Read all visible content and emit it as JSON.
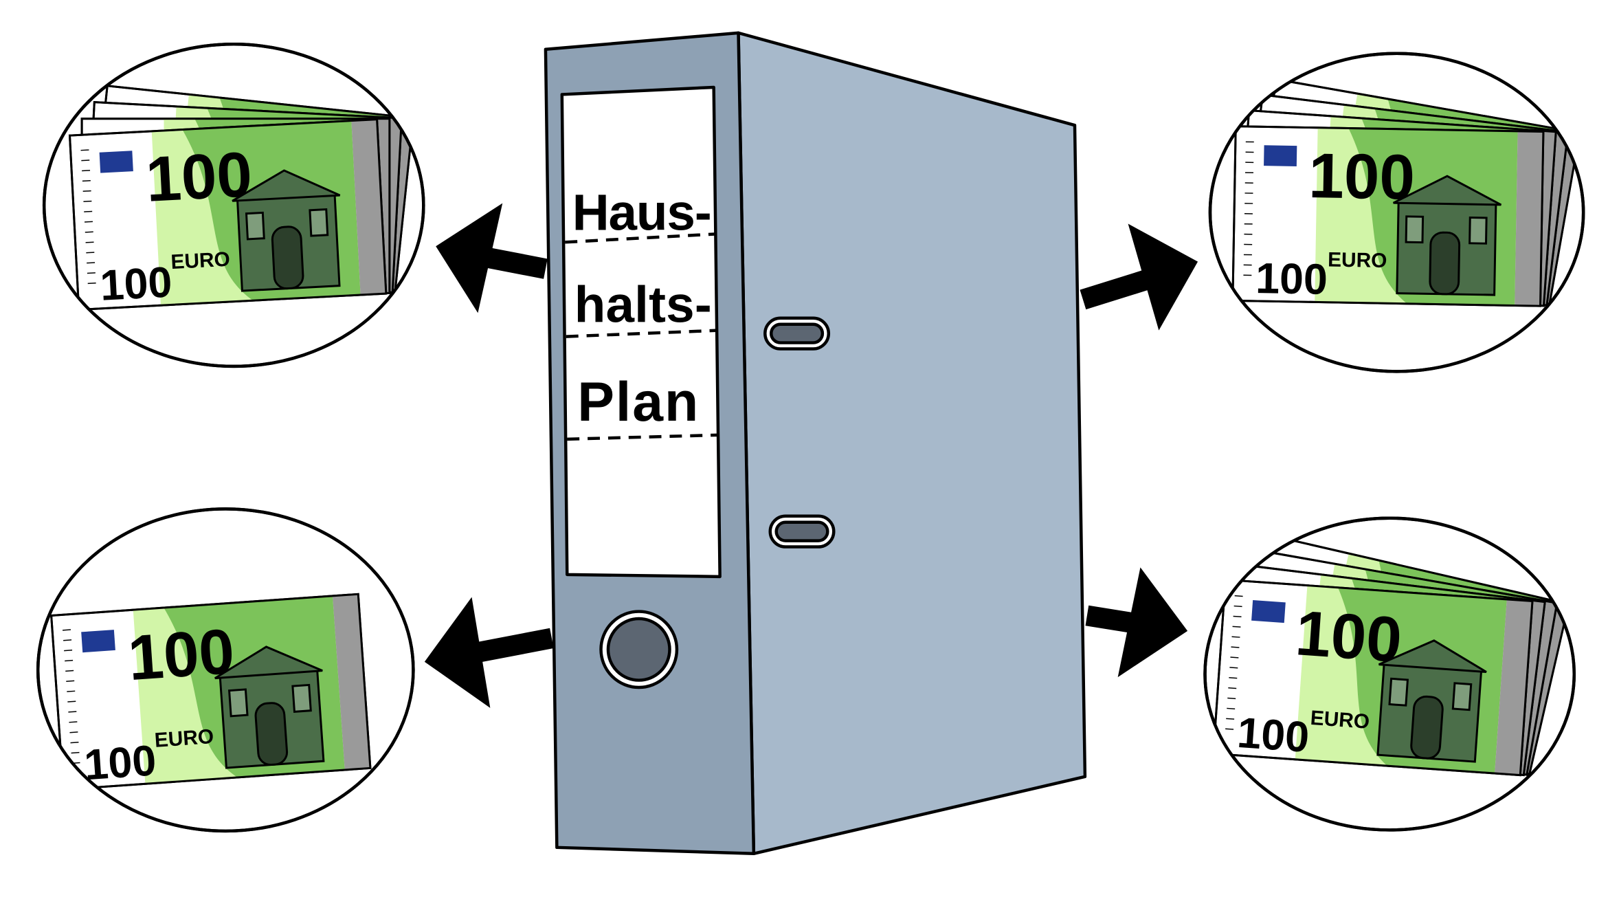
{
  "binder": {
    "label_lines": [
      "Haus-",
      "halts-",
      "Plan"
    ],
    "colors": {
      "spine": "#8ea1b4",
      "side": "#a7b9cb",
      "label": "#ffffff",
      "finger_hole": "#5c6672"
    }
  },
  "banknote": {
    "denomination": "100",
    "currency": "EURO",
    "colors": {
      "light_green": "#d2f5a8",
      "green": "#7cc35a",
      "gray": "#9a9a9a",
      "blue": "#1f3a93",
      "building": "#4b6e49"
    }
  },
  "money_groups": [
    {
      "id": "top-left",
      "stacked": true,
      "arrow": "left"
    },
    {
      "id": "top-right",
      "stacked": true,
      "arrow": "right"
    },
    {
      "id": "bottom-left",
      "stacked": false,
      "arrow": "left"
    },
    {
      "id": "bottom-right",
      "stacked": true,
      "arrow": "right"
    }
  ]
}
